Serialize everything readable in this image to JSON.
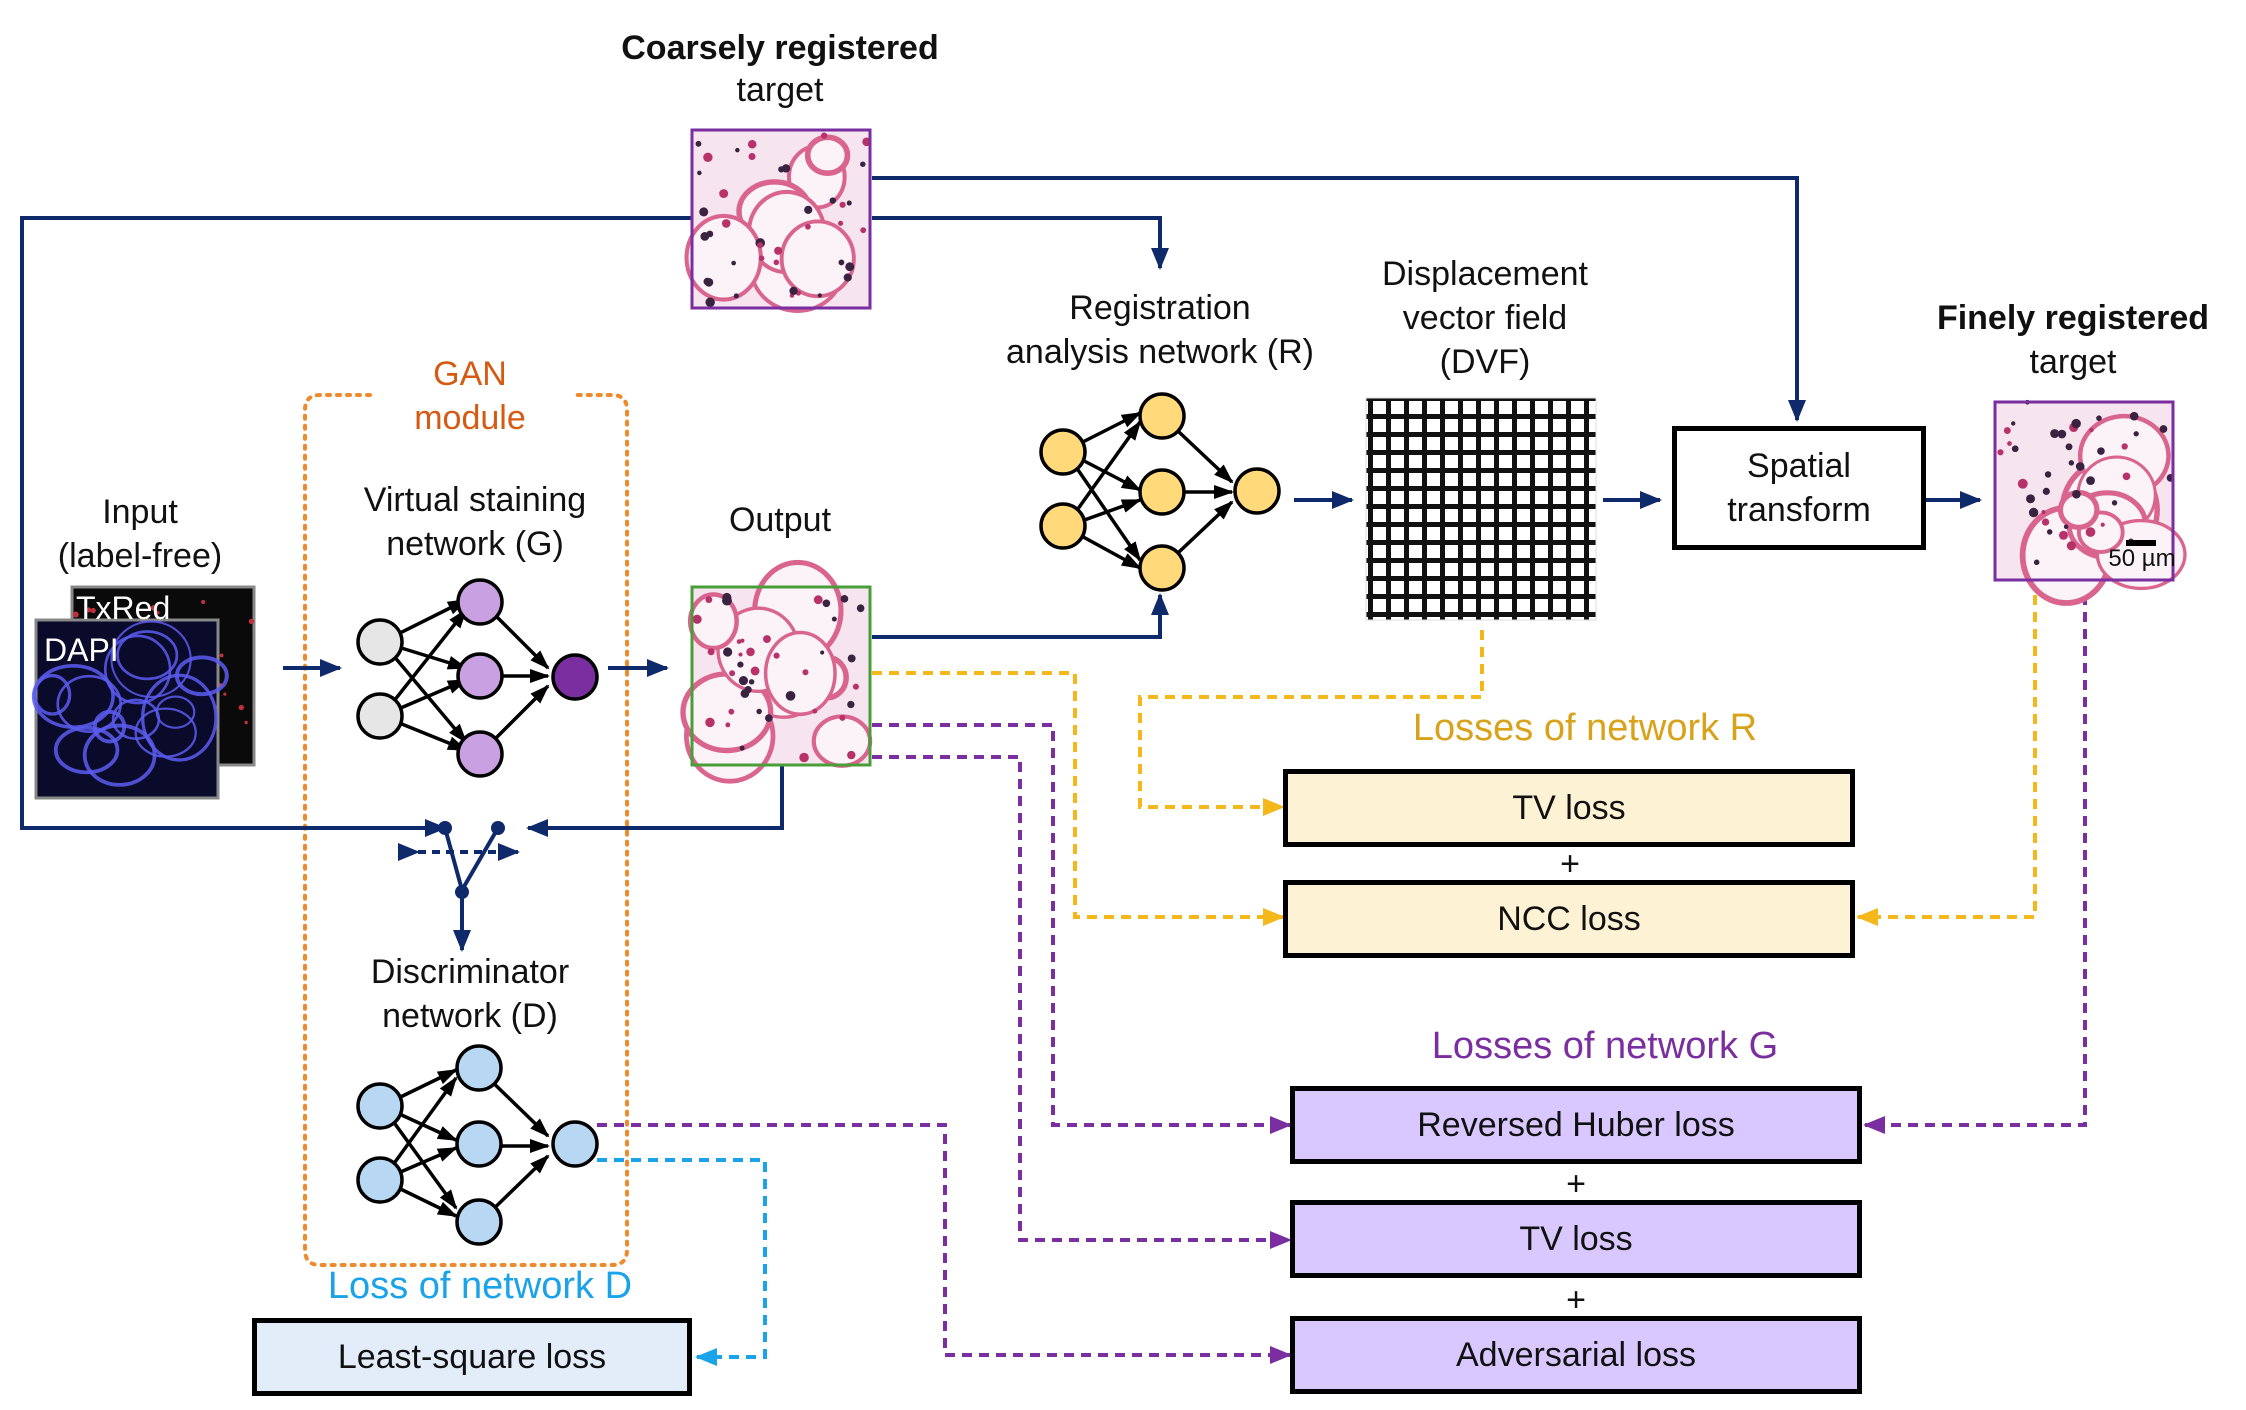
{
  "labels": {
    "coarse_title": "Coarsely registered",
    "coarse_sub": "target",
    "gan_line1": "GAN",
    "gan_line2": "module",
    "input_line1": "Input",
    "input_line2": "(label-free)",
    "txred": "TxRed",
    "dapi": "DAPI",
    "vsn_line1": "Virtual staining",
    "vsn_line2": "network (G)",
    "output": "Output",
    "reg_line1": "Registration",
    "reg_line2": "analysis network (R)",
    "dvf_line1": "Displacement",
    "dvf_line2": "vector field",
    "dvf_line3": "(DVF)",
    "spatial_line1": "Spatial",
    "spatial_line2": "transform",
    "fine_title": "Finely registered",
    "fine_sub": "target",
    "scale": "50 µm",
    "disc_line1": "Discriminator",
    "disc_line2": "network (D)",
    "loss_r_title": "Losses of network R",
    "loss_g_title": "Losses of network G",
    "loss_d_title": "Loss of network D",
    "tv_loss_r": "TV loss",
    "ncc_loss": "NCC loss",
    "huber_loss": "Reversed Huber loss",
    "tv_loss_g": "TV loss",
    "adv_loss": "Adversarial loss",
    "lsq_loss": "Least-square loss",
    "plus": "+"
  },
  "colors": {
    "navy": "#0f2a6b",
    "orange_dotted": "#ef8a2c",
    "gan_text": "#d55a12",
    "yellow_dashed": "#f4b81a",
    "purple_dashed": "#7a2ea0",
    "cyan_dashed": "#1aa3e8",
    "loss_r_fill": "#fdf3d4",
    "loss_g_fill": "#d9c7ff",
    "loss_d_fill": "#e3ecf9",
    "loss_r_text": "#d9a21b",
    "loss_g_text": "#7a2ea0",
    "loss_d_text": "#1aa3e8",
    "node_gray": "#e6e6e6",
    "node_purple": "#b98ad6",
    "node_purple_dark": "#7a2ea0",
    "node_yellow": "#ffd97a",
    "node_blue": "#b7d7f2",
    "tissue_border_purple": "#7a2ea0",
    "tissue_border_green": "#4a9e3a"
  },
  "icons": {
    "input_stack": "fluorescence-image-stack",
    "tissue": "he-stained-tissue-image",
    "dvf": "deformation-grid-image",
    "scale_bar": "scale-bar-icon"
  }
}
